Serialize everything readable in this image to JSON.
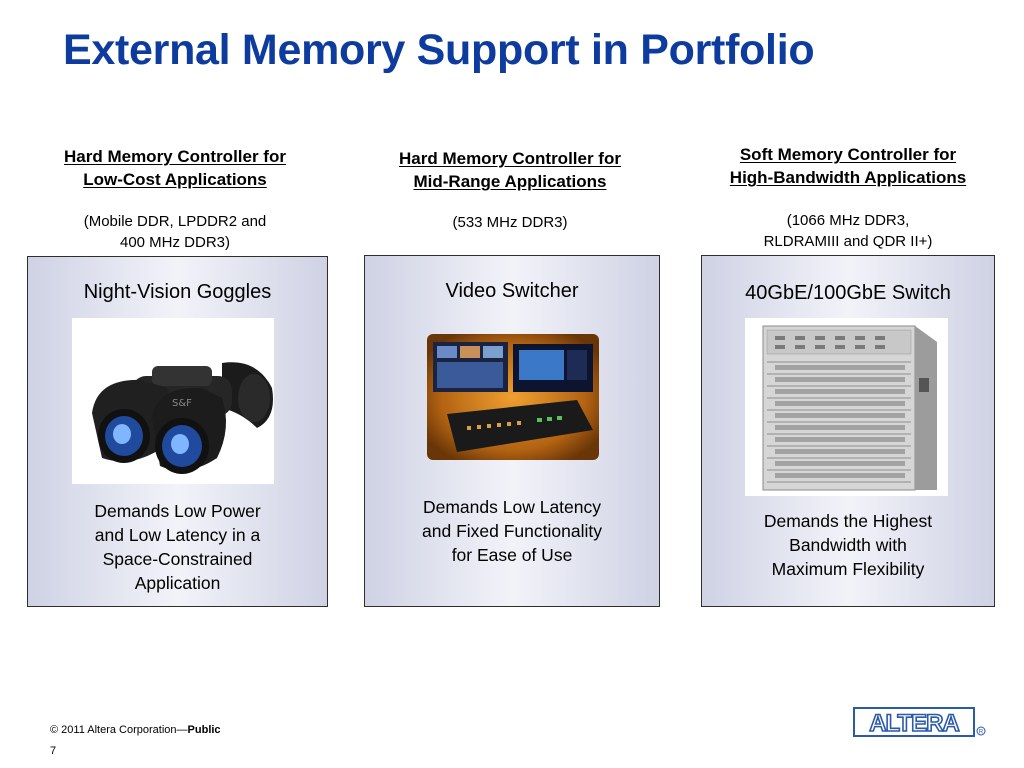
{
  "title": "External Memory Support in Portfolio",
  "columns": [
    {
      "heading_line1": "Hard Memory Controller for",
      "heading_line2": "Low-Cost Applications",
      "sub_line1": "(Mobile DDR, LPDDR2 and",
      "sub_line2": "400 MHz DDR3)",
      "panel_title": "Night-Vision Goggles",
      "desc_lines": [
        "Demands Low Power",
        "and Low Latency in a",
        "Space-Constrained",
        "Application"
      ]
    },
    {
      "heading_line1": "Hard Memory Controller for",
      "heading_line2": "Mid-Range Applications",
      "sub_line1": "(533 MHz DDR3)",
      "panel_title": "Video Switcher",
      "desc_lines": [
        "Demands Low Latency",
        "and Fixed Functionality",
        "for Ease of Use"
      ]
    },
    {
      "heading_line1": "Soft Memory Controller for",
      "heading_line2": "High-Bandwidth Applications",
      "sub_line1": "(1066 MHz DDR3,",
      "sub_line2": "RLDRAMIII and QDR II+)",
      "panel_title": "40GbE/100GbE Switch",
      "desc_lines": [
        "Demands the Highest",
        "Bandwidth with",
        "Maximum Flexibility"
      ]
    }
  ],
  "footer": {
    "copyright": "© 2011 Altera Corporation—",
    "classification": "Public",
    "page_number": "7"
  },
  "logo_text": "ALTERA",
  "colors": {
    "title": "#0d3c9e",
    "logo": "#2a5aa8"
  }
}
